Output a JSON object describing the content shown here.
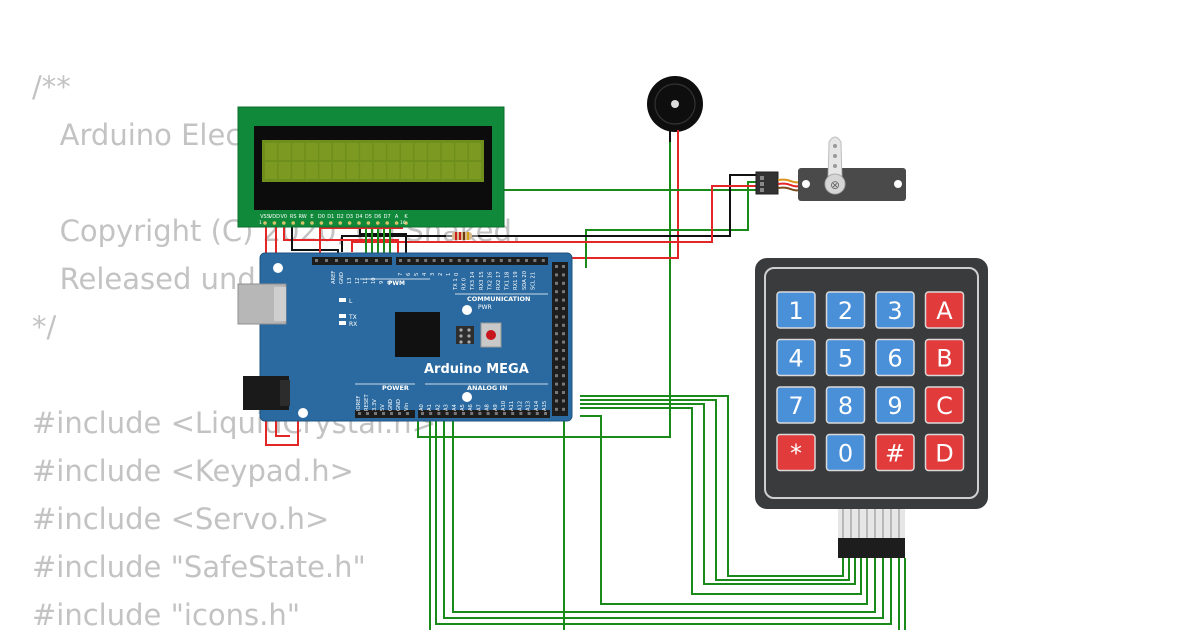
{
  "code_lines": [
    "/**",
    "   Arduino Elec",
    "",
    "   Copyright (C) 2020, Uri Shaked.",
    "   Released und",
    "*/",
    "",
    "#include <LiquidCrystal.h>",
    "#include <Keypad.h>",
    "#include <Servo.h>",
    "#include \"SafeState.h\"",
    "#include \"icons.h\""
  ],
  "board": {
    "name": "Arduino MEGA",
    "pwm_label": "PWM",
    "communication_label": "COMMUNICATION",
    "power_label": "POWER",
    "analog_label": "ANALOG IN",
    "pwr_led_label": "PWR",
    "led_l": "L",
    "led_tx": "TX",
    "led_rx": "RX",
    "top_left_pins": [
      "AREF",
      "GND",
      "13",
      "12",
      "11",
      "10",
      "9",
      "8"
    ],
    "top_mid_pins": [
      "7",
      "6",
      "5",
      "4",
      "3",
      "2",
      "1",
      "0"
    ],
    "comm_pins": [
      "TX 1",
      "RX 0",
      "TX3 14",
      "RX3 15",
      "TX2 16",
      "RX2 17",
      "TX1 18",
      "RX1 19",
      "SDA 20",
      "SCL 21"
    ],
    "power_pins": [
      "IOREF",
      "RESET",
      "3.3V",
      "5V",
      "GND",
      "GND",
      "Vin"
    ],
    "analog_pins": [
      "A0",
      "A1",
      "A2",
      "A3",
      "A4",
      "A5",
      "A6",
      "A7",
      "A8",
      "A9",
      "A10",
      "A11",
      "A12",
      "A13",
      "A14",
      "A15"
    ]
  },
  "lcd": {
    "pins": [
      "VSS",
      "VDD",
      "V0",
      "RS",
      "RW",
      "E",
      "D0",
      "D1",
      "D2",
      "D3",
      "D4",
      "D5",
      "D6",
      "D7",
      "A",
      "K"
    ],
    "first_pin": "1",
    "last_pin": "16"
  },
  "keypad": {
    "keys": [
      "1",
      "2",
      "3",
      "A",
      "4",
      "5",
      "6",
      "B",
      "7",
      "8",
      "9",
      "C",
      "*",
      "0",
      "#",
      "D"
    ]
  },
  "colors": {
    "code_text": "#c3c3c3",
    "wire_green": "#1a8a1a",
    "wire_red": "#e32626",
    "wire_black": "#111111",
    "board_blue": "#2a6aa0",
    "lcd_green": "#108a3a",
    "lcd_screen": "#6f8f1c",
    "key_blue": "#4a90d9",
    "key_red": "#e23b3b",
    "keypad_body": "#3a3b3d"
  }
}
